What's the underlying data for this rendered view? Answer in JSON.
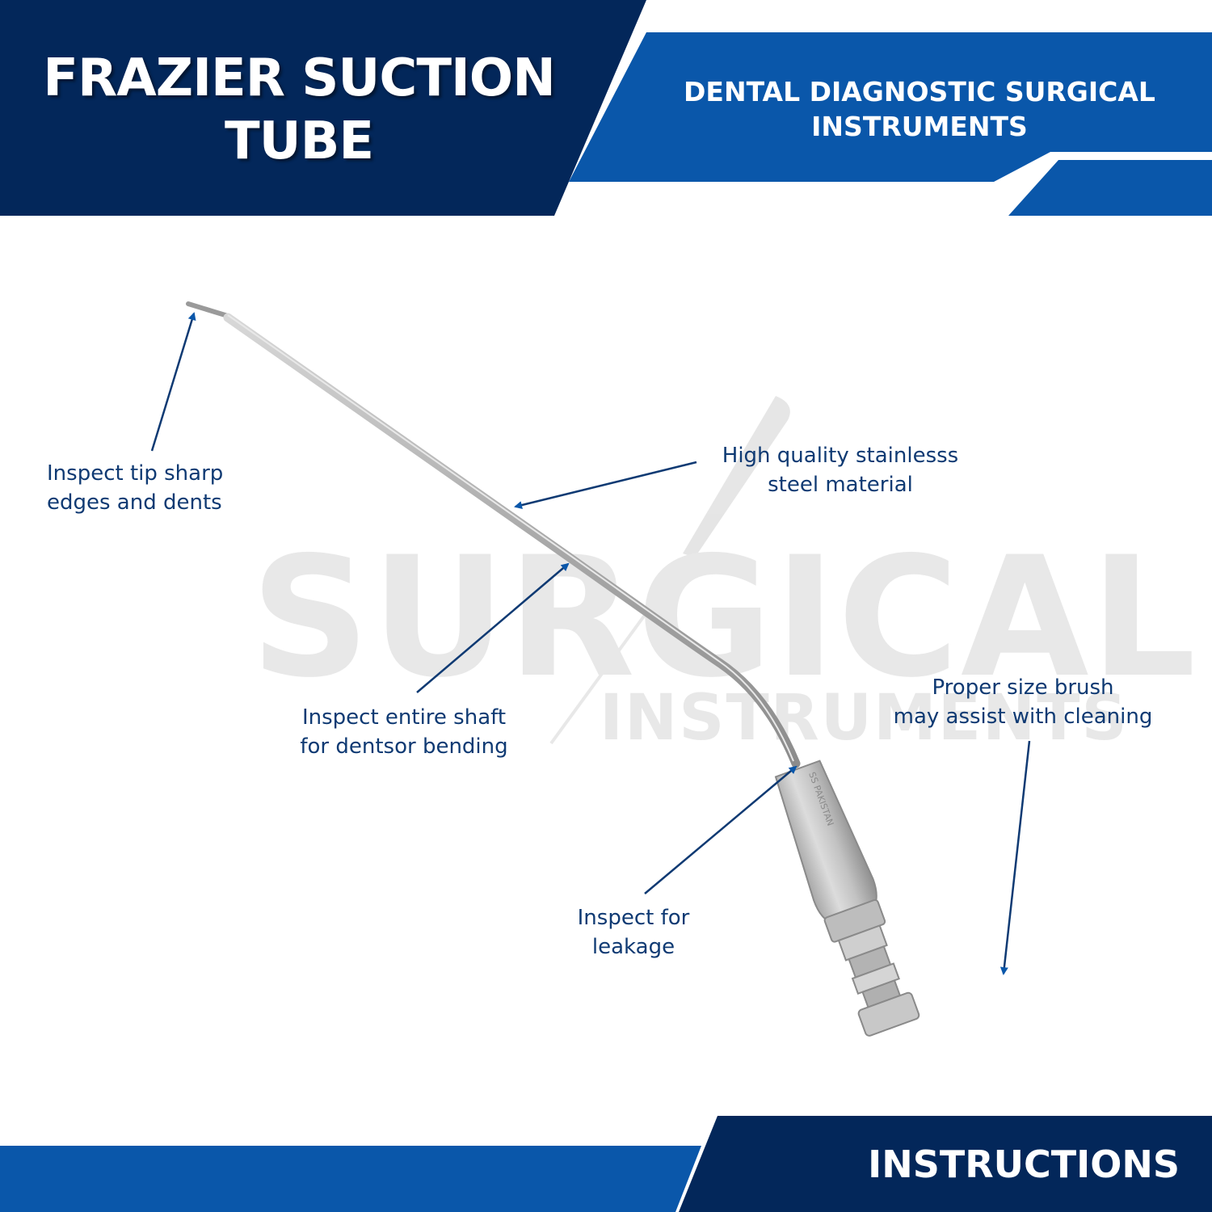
{
  "header": {
    "title_line1": "FRAZIER SUCTION",
    "title_line2": "TUBE",
    "subtitle_line1": "DENTAL DIAGNOSTIC SURGICAL",
    "subtitle_line2": "INSTRUMENTS"
  },
  "watermark": {
    "brand_line1": "SURGICAL",
    "brand_line2": "INSTRUMENTS"
  },
  "callouts": {
    "tip": {
      "line1": "Inspect tip sharp",
      "line2": "edges and dents"
    },
    "steel": {
      "line1": "High quality stainlesss",
      "line2": "steel material"
    },
    "shaft": {
      "line1": "Inspect entire shaft",
      "line2": "for dentsor bending"
    },
    "leak": {
      "line1": "Inspect for",
      "line2": "leakage"
    },
    "brush": {
      "line1": "Proper size brush",
      "line2": "may assist with cleaning"
    }
  },
  "product": {
    "engraving": "SS PAKISTAN"
  },
  "footer": {
    "label": "INSTRUCTIONS"
  },
  "colors": {
    "navy": "#03275a",
    "blue": "#0a57aa",
    "text_blue": "#0f3a73",
    "watermark_gray": "#e6e6e6"
  }
}
